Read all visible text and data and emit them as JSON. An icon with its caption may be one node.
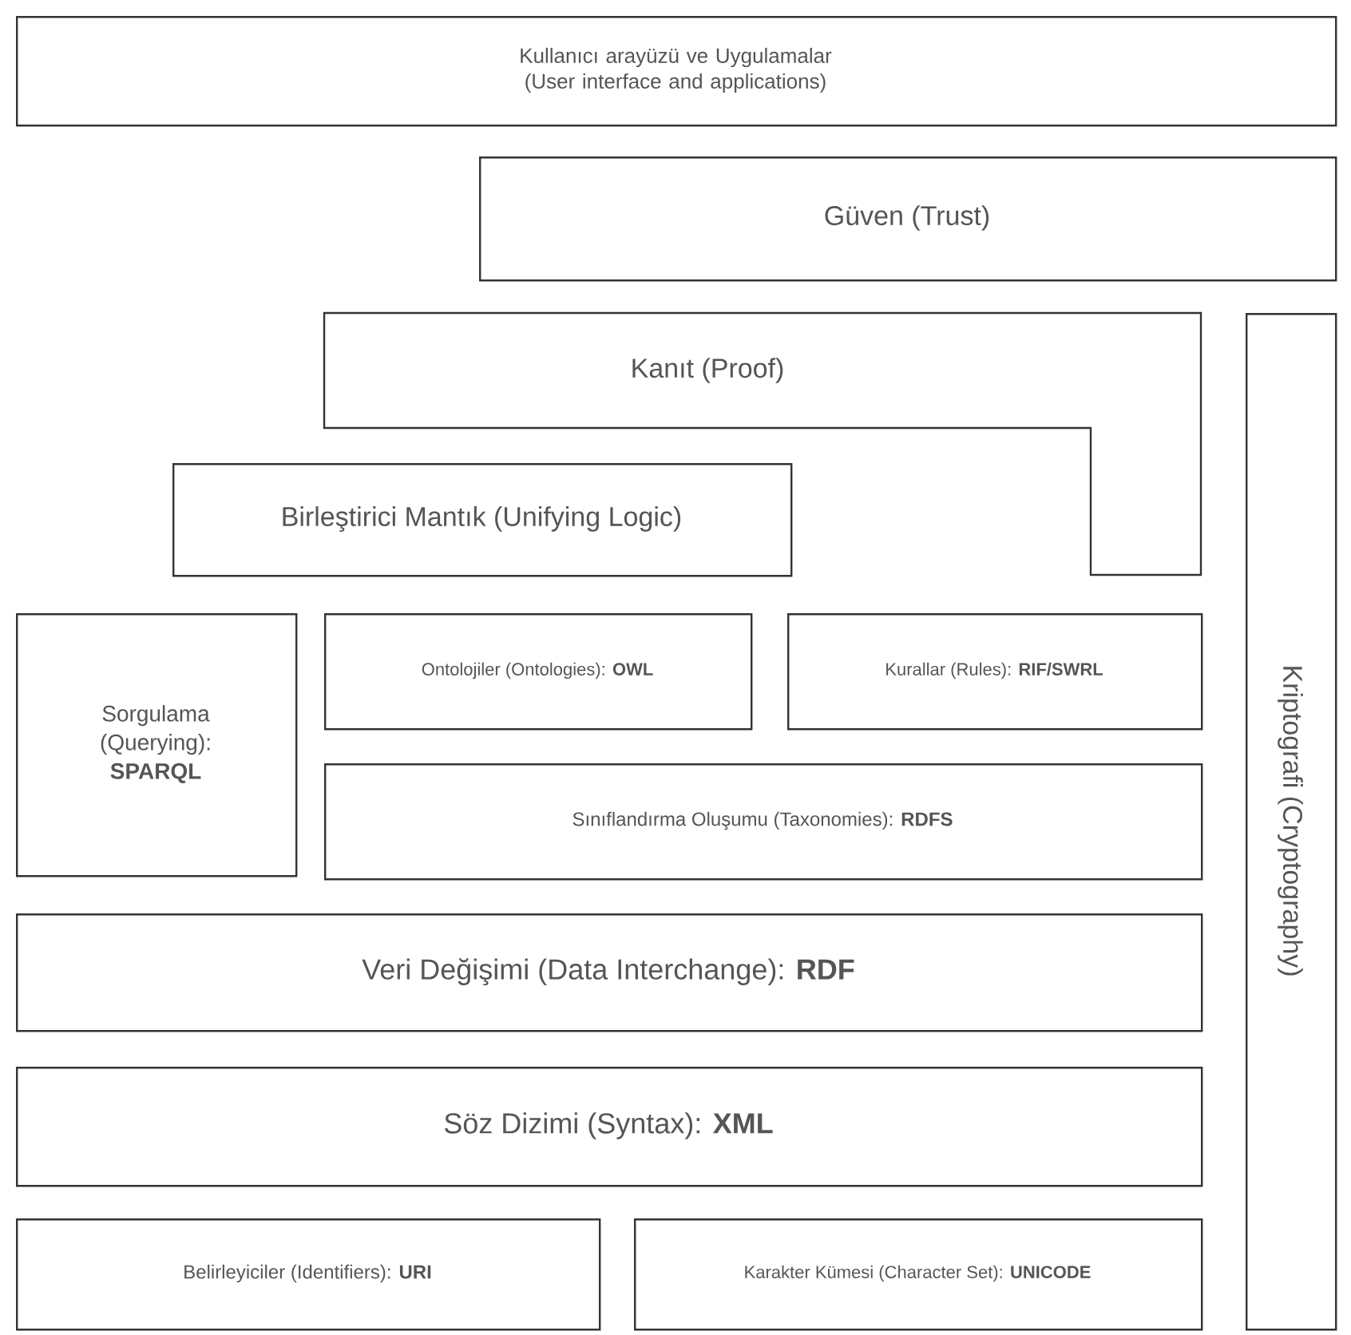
{
  "diagram": {
    "nodes": [
      {
        "text": [
          "Kullanıcı arayüzü ve Uygulamalar (User interface and applications)"
        ]
      },
      {
        "text": [
          "Güven (Trust)"
        ]
      },
      {
        "text": [
          "Kanıt (Proof)"
        ]
      },
      {
        "text": [
          "Birleştirici Mantık (Unifying Logic)"
        ]
      },
      {
        "text": [
          "Kriptografi (Cryptography)"
        ]
      },
      {
        "text": [
          "Sorgulama (Querying): **SPARQL**"
        ]
      },
      {
        "text": [
          "Ontolojiler (Ontologies): **OWL**"
        ]
      },
      {
        "text": [
          "Kurallar (Rules): **RIF/SWRL**"
        ]
      },
      {
        "text": [
          "Sınıflandırma Oluşumu (Taxonomies): **RDFS**"
        ]
      },
      {
        "text": [
          "Veri Değişimi (Data Interchange): **RDF**"
        ]
      },
      {
        "text": [
          "Söz Dizimi (Syntax): **XML**"
        ]
      },
      {
        "text": [
          "Belirleyiciler (Identifiers): **URI**"
        ]
      },
      {
        "text": [
          "Karakter Kümesi (Character Set): **UNICODE**"
        ]
      }
    ]
  }
}
